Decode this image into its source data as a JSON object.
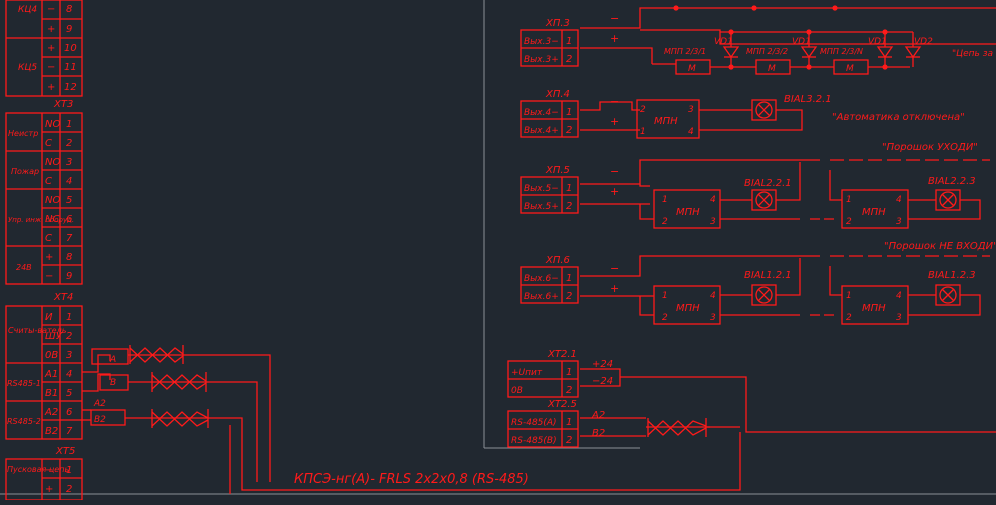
{
  "left_terminals": {
    "kc4_label": "КЦ4",
    "kc5_label": "КЦ5",
    "kc4_rows": [
      [
        "−",
        "8"
      ],
      [
        "+",
        "9"
      ]
    ],
    "kc5_rows": [
      [
        "+",
        "10"
      ],
      [
        "−",
        "11"
      ],
      [
        "+",
        "12"
      ]
    ],
    "xt3": {
      "title": "ХТ3",
      "groups": [
        "Неистр",
        "Пожар",
        "Упр. инж. оборуд.",
        "24В"
      ],
      "rows": [
        [
          "NO",
          "1"
        ],
        [
          "C",
          "2"
        ],
        [
          "NO",
          "3"
        ],
        [
          "C",
          "4"
        ],
        [
          "NO",
          "5"
        ],
        [
          "NC",
          "6"
        ],
        [
          "C",
          "7"
        ],
        [
          "+",
          "8"
        ],
        [
          "−",
          "9"
        ]
      ]
    },
    "xt4": {
      "title": "ХТ4",
      "groups": [
        "Считы-ватель",
        "RS485-1",
        "RS485-2"
      ],
      "rows": [
        [
          "И",
          "1"
        ],
        [
          "ШУ",
          "2"
        ],
        [
          "0В",
          "3"
        ],
        [
          "А1",
          "4"
        ],
        [
          "В1",
          "5"
        ],
        [
          "А2",
          "6"
        ],
        [
          "В2",
          "7"
        ]
      ]
    },
    "xt5": {
      "title": "ХТ5",
      "groups": [
        "Пусковая цепь"
      ],
      "rows": [
        [
          "−",
          "1"
        ],
        [
          "+",
          "2"
        ]
      ]
    }
  },
  "wire_labels": {
    "a": "A",
    "b": "B",
    "a2": "A2",
    "b2": "B2"
  },
  "cable_label": "КПСЭ-нг(А)- FRLS 2х2х0,8 (RS-485)",
  "blocks": {
    "xp3": {
      "title": "ХП.3",
      "pins": [
        [
          "Вых.3−",
          "1"
        ],
        [
          "Вых.3+",
          "2"
        ]
      ]
    },
    "xp4": {
      "title": "ХП.4",
      "pins": [
        [
          "Вых.4−",
          "1"
        ],
        [
          "Вых.4+",
          "2"
        ]
      ]
    },
    "xp5": {
      "title": "ХП.5",
      "pins": [
        [
          "Вых.5−",
          "1"
        ],
        [
          "Вых.5+",
          "2"
        ]
      ]
    },
    "xp6": {
      "title": "ХП.6",
      "pins": [
        [
          "Вых.6−",
          "1"
        ],
        [
          "Вых.6+",
          "2"
        ]
      ]
    },
    "xt21": {
      "title": "ХТ2.1",
      "pins": [
        [
          "+Uпит",
          "1"
        ],
        [
          "0В",
          "2"
        ]
      ]
    },
    "xt25": {
      "title": "ХТ2.5",
      "pins": [
        [
          "RS-485(А)",
          "1"
        ],
        [
          "RS-485(В)",
          "2"
        ]
      ]
    }
  },
  "polarity": {
    "minus": "−",
    "plus": "+"
  },
  "power_labels": {
    "p24": "+24",
    "m24": "−24"
  },
  "bus_labels": {
    "a2": "A2",
    "b2": "B2"
  },
  "diodes": {
    "vd1": "VD1",
    "vd2": "VD2"
  },
  "mpp_labels": [
    "МПП 2/3/1",
    "МПП 2/3/2",
    "МПП 2/3/N"
  ],
  "m_label": "М",
  "chain_note": "\"Цепь за",
  "mpn": {
    "label": "МПН",
    "pins": [
      "1",
      "2",
      "3",
      "4"
    ]
  },
  "lamps": {
    "bial321": "BIAL3.2.1",
    "bial221": "BIAL2.2.1",
    "bial223": "BIAL2.2.3",
    "bial121": "BIAL1.2.1",
    "bial123": "BIAL1.2.3"
  },
  "notes": {
    "auto_off": "\"Автоматика отключена\"",
    "powder_leave": "\"Порошок УХОДИ\"",
    "powder_no_enter": "\"Порошок НЕ ВХОДИ\""
  }
}
